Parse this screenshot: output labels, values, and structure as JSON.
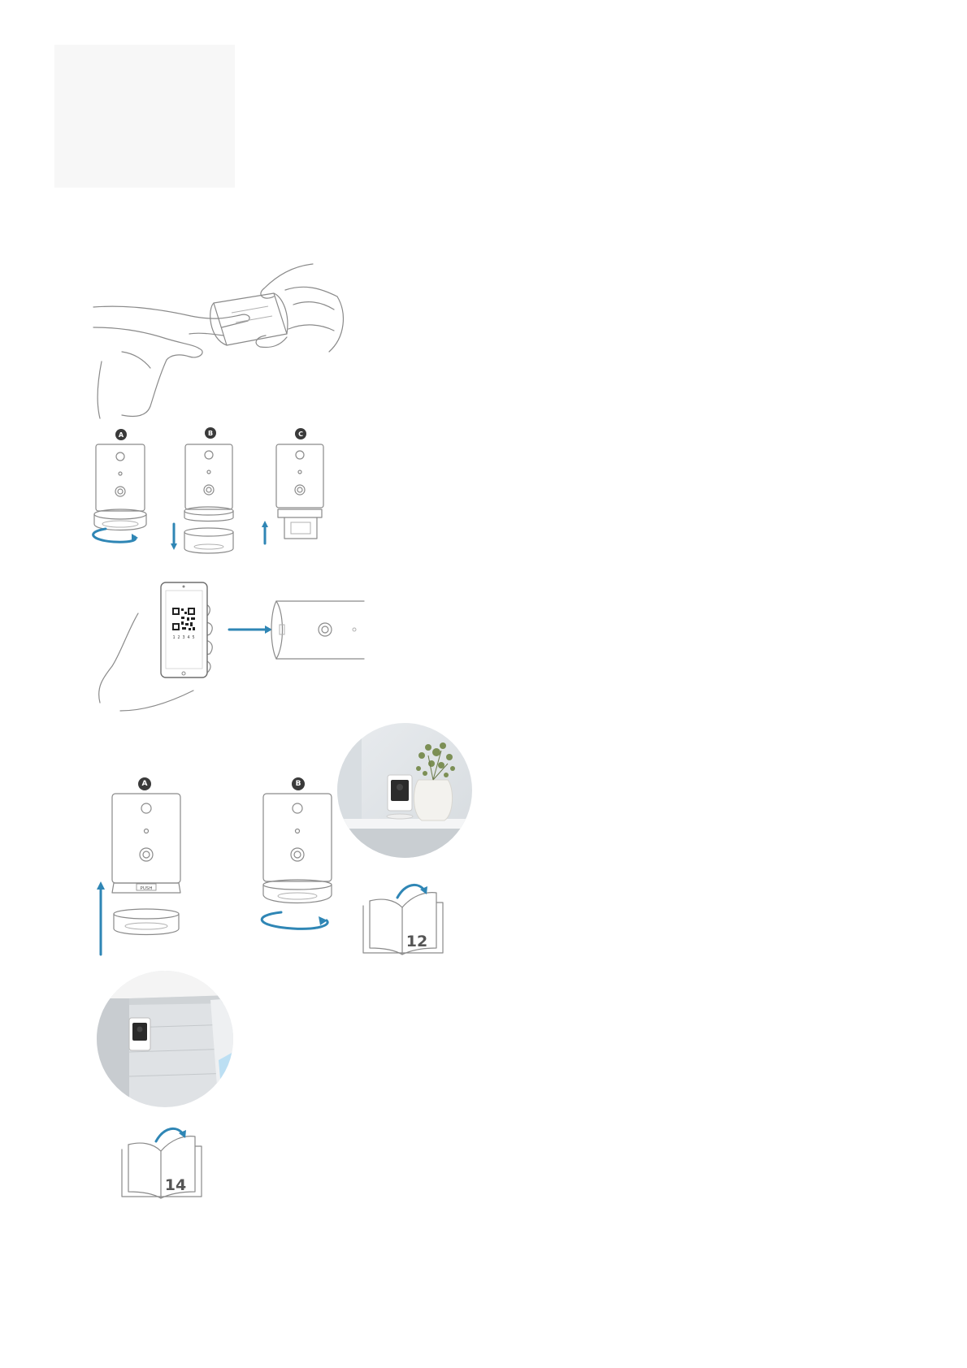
{
  "step_labels": {
    "remove_a": "A",
    "remove_b": "B",
    "remove_c": "C",
    "attach_a": "A",
    "attach_b": "B"
  },
  "illustrations": {
    "battery_pull_tab": "hands pulling battery tab",
    "qr_scan": "phone scanning QR code",
    "indoor_photo": "camera on shelf",
    "outdoor_photo": "camera on wall"
  },
  "phone_screen": {
    "code_text": "1 2 3 4 5"
  },
  "bracket_label": "PUSH",
  "page_refs": {
    "indoor_guide_page": "12",
    "outdoor_guide_page": "14"
  },
  "colors": {
    "accent": "#2f86b5",
    "line": "#8a8a8a"
  }
}
